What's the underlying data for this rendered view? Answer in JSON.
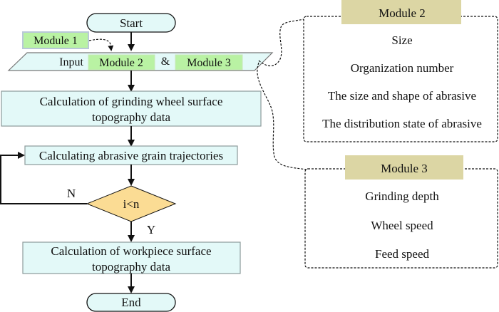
{
  "flowchart": {
    "start_label": "Start",
    "module1_label": "Module 1",
    "input": {
      "prefix": "Input",
      "module2_label": "Module 2",
      "amp": "&",
      "module3_label": "Module 3"
    },
    "step_grinding_wheel": [
      "Calculation of grinding wheel surface",
      "topography data"
    ],
    "step_trajectories": "Calculating abrasive grain trajectories",
    "decision": {
      "condition": "i<n",
      "no_label": "N",
      "yes_label": "Y"
    },
    "step_workpiece": [
      "Calculation of workpiece surface",
      "topography data"
    ],
    "end_label": "End"
  },
  "module2_panel": {
    "title": "Module 2",
    "items": [
      "Size",
      "Organization number",
      "The size and shape of abrasive",
      "The distribution state of abrasive"
    ]
  },
  "module3_panel": {
    "title": "Module 3",
    "items": [
      "Grinding depth",
      "Wheel speed",
      "Feed speed"
    ]
  },
  "colors": {
    "process_fill": "#e3f9f8",
    "module_fill": "#b9f2a3",
    "decision_fill": "#fbdc94",
    "panel_header_fill": "#dcd6a4",
    "stroke": "#111111",
    "box_stroke": "#8c9a9a"
  }
}
